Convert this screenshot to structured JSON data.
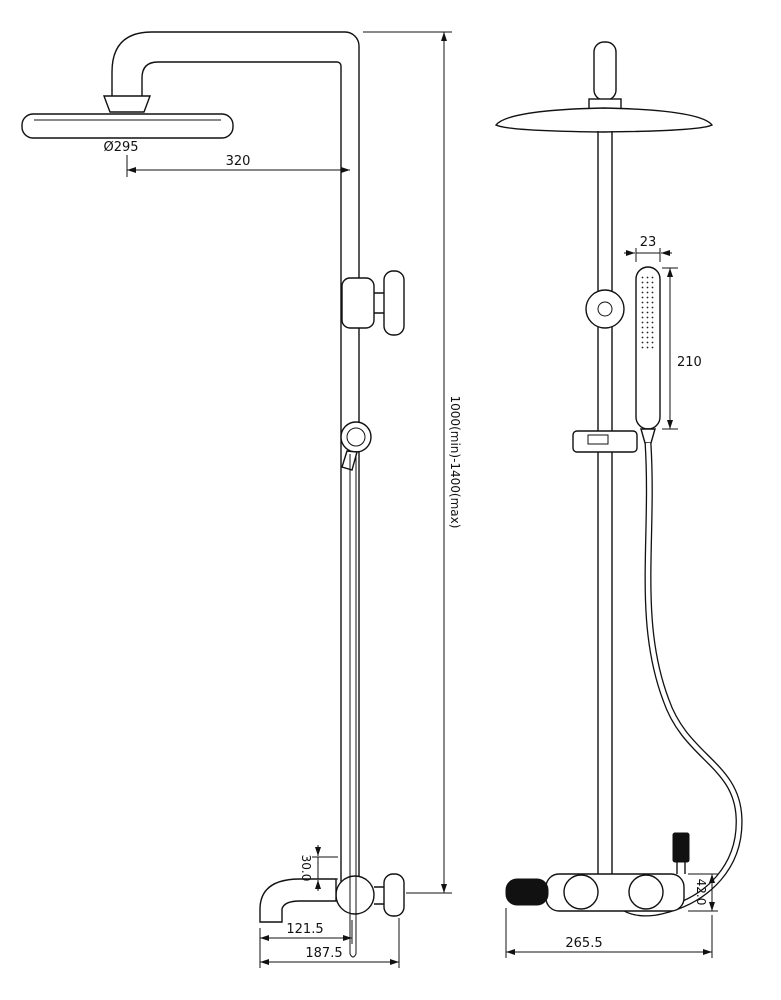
{
  "drawing": {
    "background": "#ffffff",
    "line_color": "#111111"
  },
  "side_view": {
    "dims": {
      "head_diameter": "Ø295",
      "head_offset": "320",
      "height_range": "1000(min)-1400(max)",
      "spout_drop": "30.0",
      "spout_reach": "121.5",
      "spout_total": "187.5"
    }
  },
  "front_view": {
    "dims": {
      "handshower_width": "23",
      "handshower_length": "210",
      "mixer_height": "42.0",
      "mixer_span": "265.5"
    }
  }
}
